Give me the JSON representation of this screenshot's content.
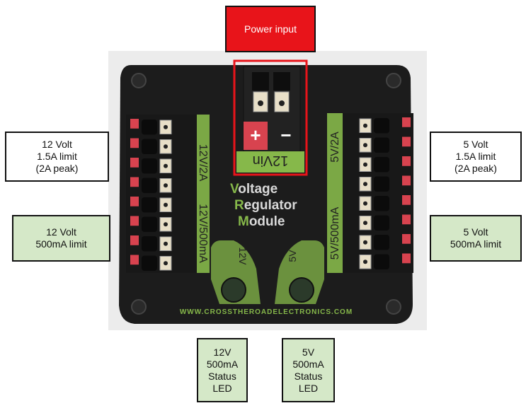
{
  "callouts": {
    "power_input": "Power input",
    "left_12v_high": [
      "12 Volt",
      "1.5A limit",
      "(2A peak)"
    ],
    "left_12v_low": [
      "12 Volt",
      "500mA limit"
    ],
    "right_5v_high": [
      "5 Volt",
      "1.5A limit",
      "(2A peak)"
    ],
    "right_5v_low": [
      "5 Volt",
      "500mA limit"
    ],
    "led_12v": [
      "12V",
      "500mA",
      "Status",
      "LED"
    ],
    "led_5v": [
      "5V",
      "500mA",
      "Status",
      "LED"
    ]
  },
  "module": {
    "title_lines": [
      "Voltage",
      "Regulator",
      "Module"
    ],
    "input_label": "12Vin",
    "plus": "+",
    "minus": "−",
    "left_label_top": "12V/2A",
    "left_label_bottom": "12V/500mA",
    "right_label_top": "5V/2A",
    "right_label_bottom": "5V/500mA",
    "led_label_left": "12V",
    "led_label_right": "5V",
    "url": "WWW.CROSSTHEROADELECTRONICS.COM"
  },
  "colors": {
    "module_body": "#1c1c1c",
    "accent_green": "#86b84a",
    "callout_green": "#d5e8c8",
    "highlight_red": "#e8141a",
    "terminal_red": "#d8434f"
  }
}
